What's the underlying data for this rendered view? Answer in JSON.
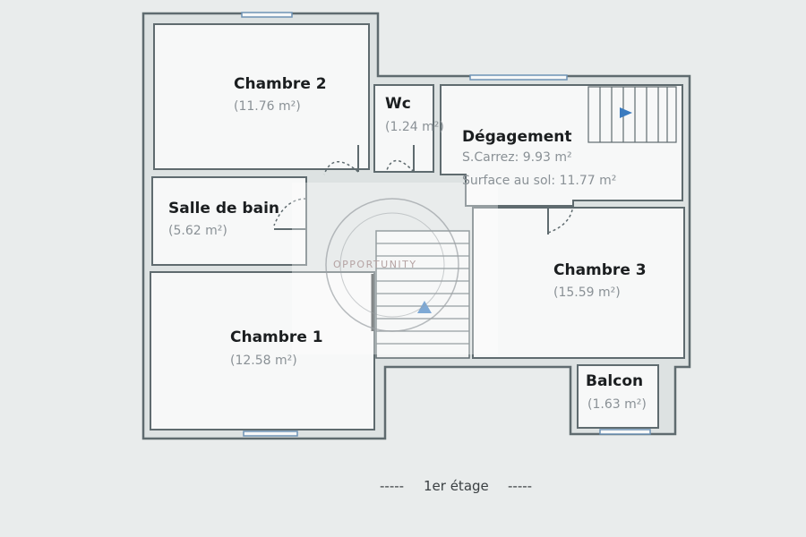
{
  "rooms": {
    "chambre2": {
      "name": "Chambre 2",
      "area": "(11.76 m²)"
    },
    "wc": {
      "name": "Wc",
      "area": "(1.24 m²)"
    },
    "degagement": {
      "name": "Dégagement",
      "carrez": "S.Carrez: 9.93 m²",
      "surface": "Surface au sol: 11.77 m²"
    },
    "salle_de_bain": {
      "name": "Salle de bain",
      "area": "(5.62 m²)"
    },
    "chambre3": {
      "name": "Chambre 3",
      "area": "(15.59 m²)"
    },
    "chambre1": {
      "name": "Chambre 1",
      "area": "(12.58 m²)"
    },
    "balcon": {
      "name": "Balcon",
      "area": "(1.63 m²)"
    }
  },
  "watermark": {
    "text": "OPPORTUNITY"
  },
  "floor_label": {
    "text": "1er étage",
    "dashes": "-----"
  },
  "colors": {
    "wall": "#5f6b6f",
    "wall_fill": "#dde2e2",
    "room_fill": "#f7f8f8",
    "window": "#6f93b5",
    "stair_arrow": "#3a7bbf"
  }
}
